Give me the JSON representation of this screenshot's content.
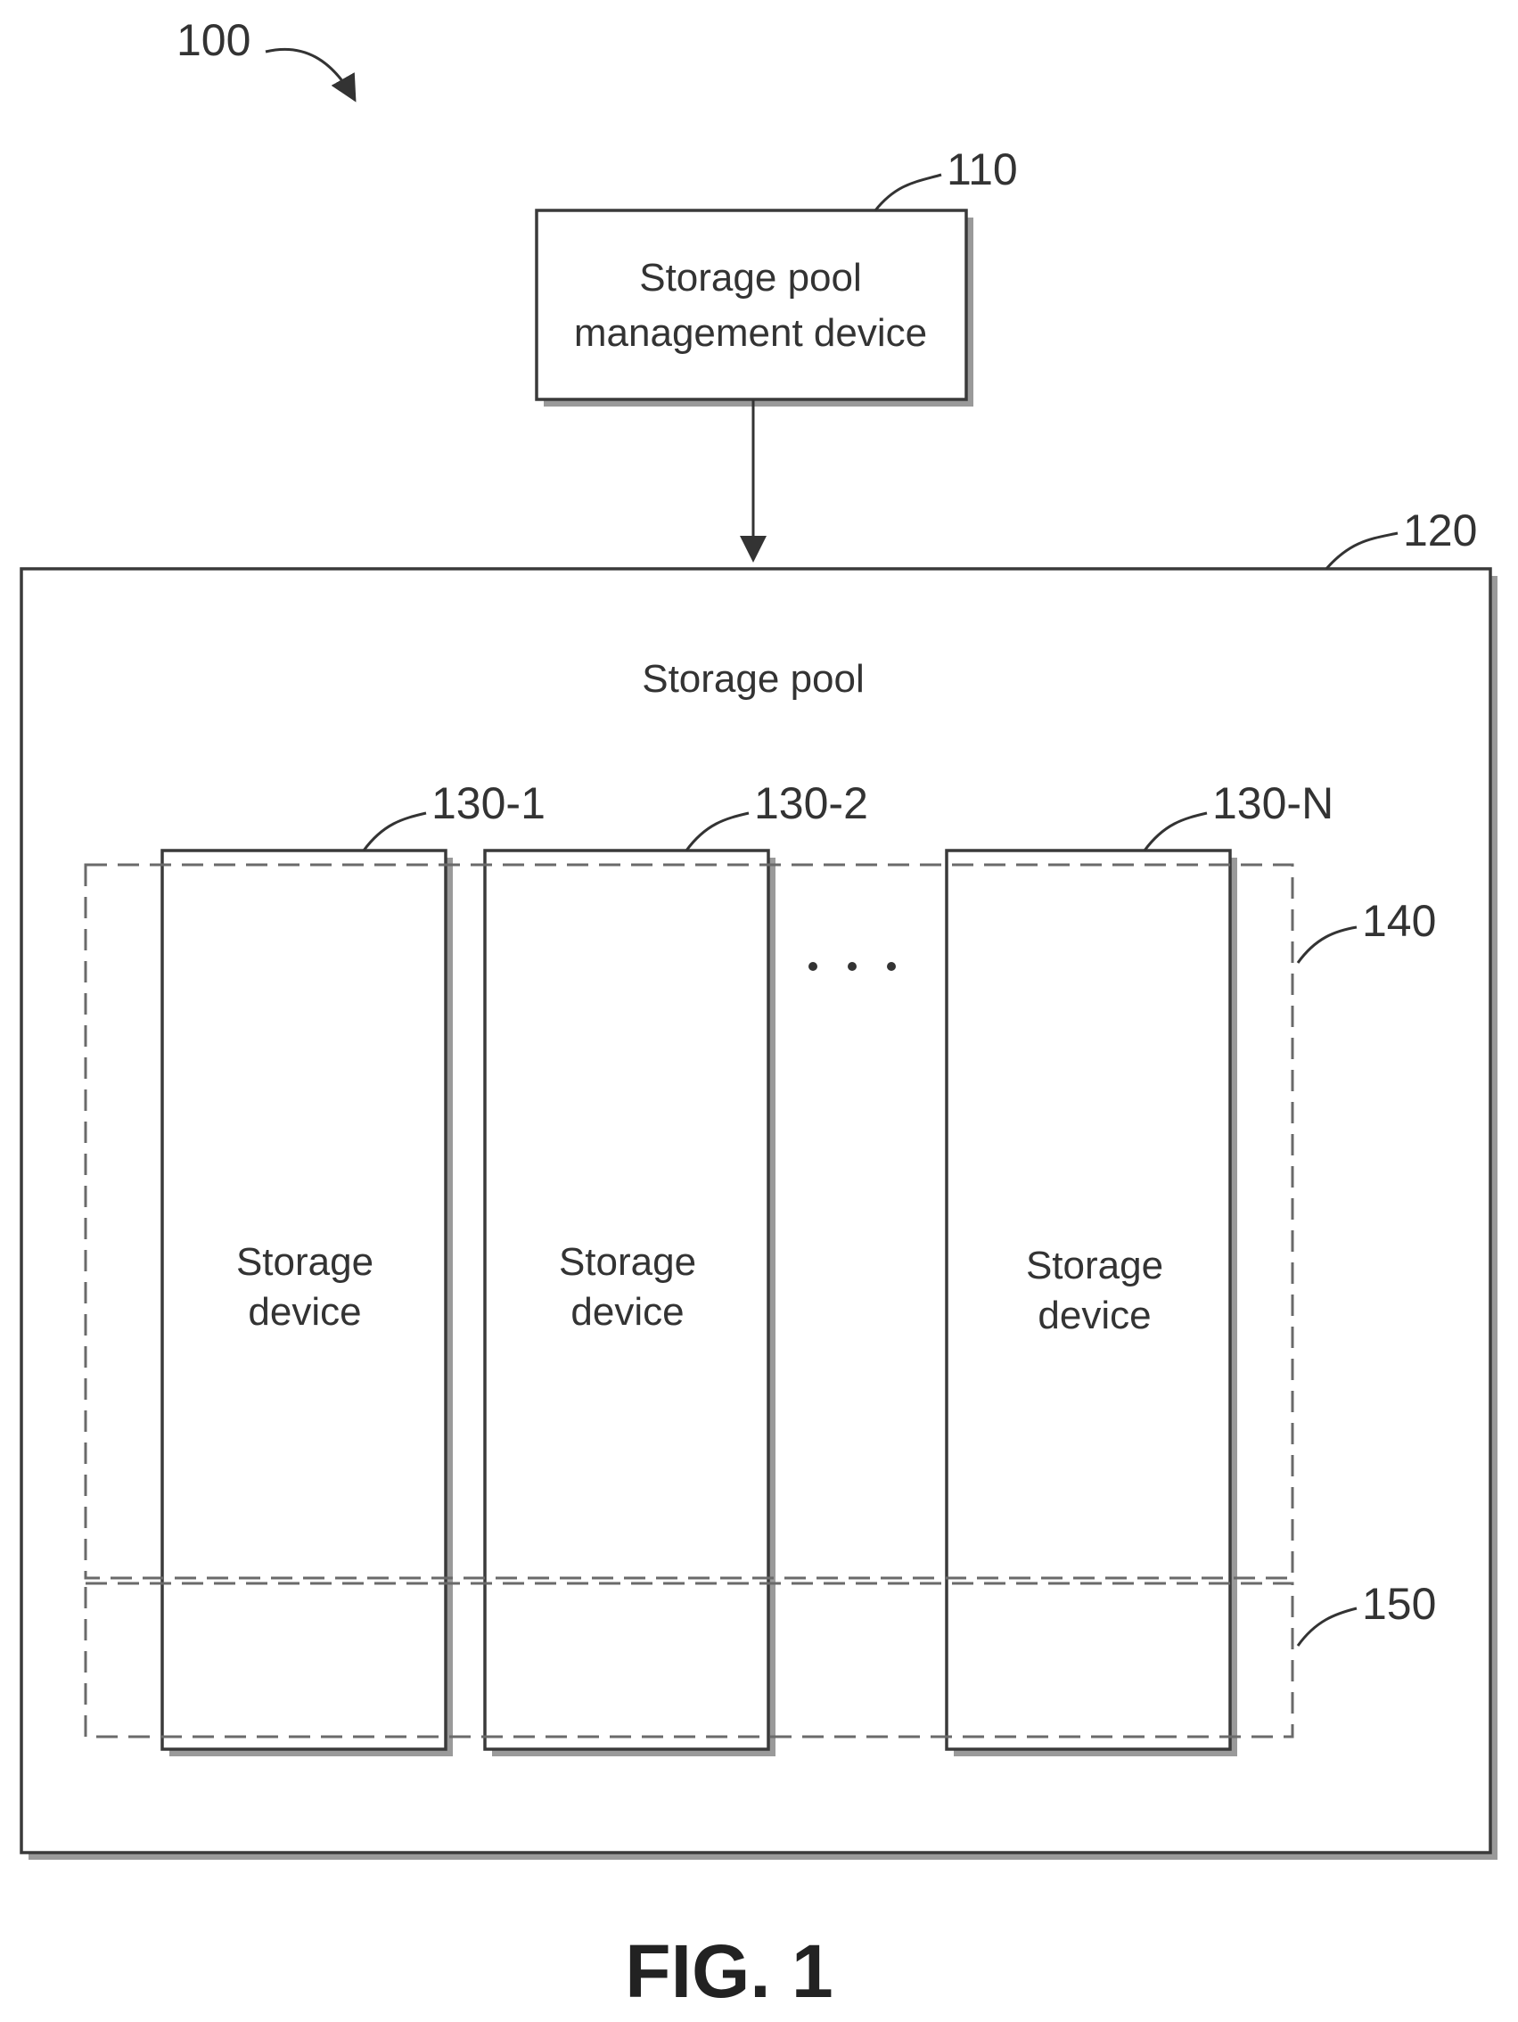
{
  "labels": {
    "system": "100",
    "management_device_ref": "110",
    "storage_pool_ref": "120",
    "device_1_ref": "130-1",
    "device_2_ref": "130-2",
    "device_n_ref": "130-N",
    "region_140_ref": "140",
    "region_150_ref": "150"
  },
  "management_device": {
    "line1": "Storage pool",
    "line2": "management device"
  },
  "storage_pool": {
    "title": "Storage pool"
  },
  "storage_devices": [
    {
      "line1": "Storage",
      "line2": "device"
    },
    {
      "line1": "Storage",
      "line2": "device"
    },
    {
      "line1": "Storage",
      "line2": "device"
    }
  ],
  "ellipsis": "...",
  "figure_caption": "FIG. 1"
}
